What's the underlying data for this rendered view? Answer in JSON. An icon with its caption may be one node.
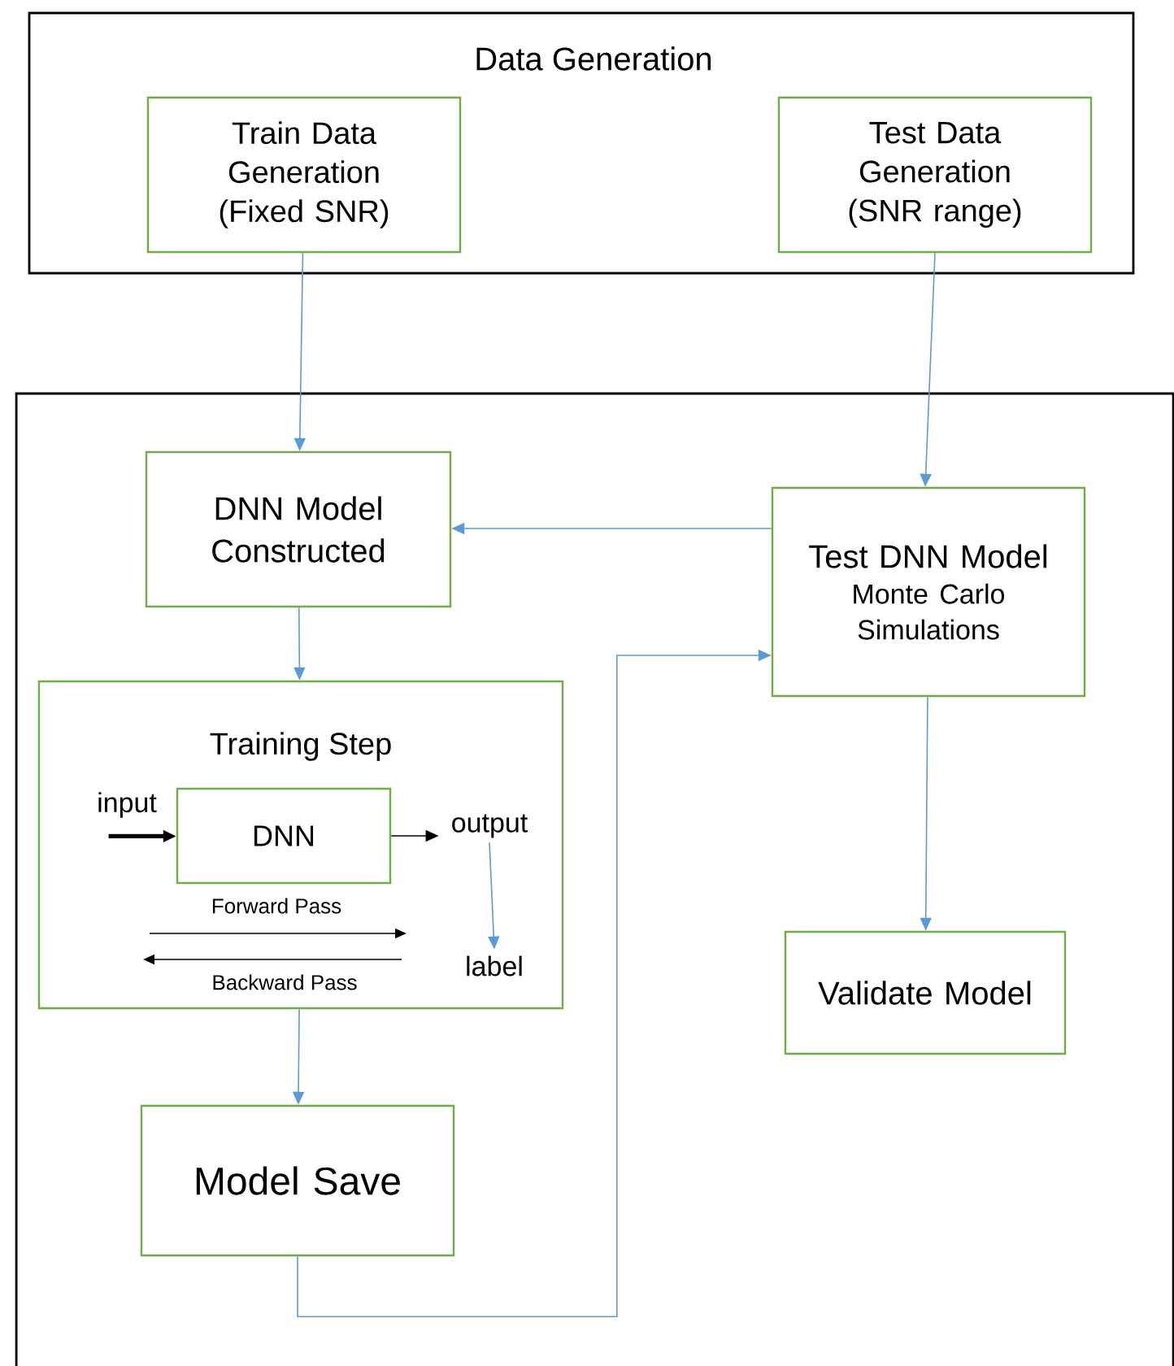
{
  "diagram": {
    "nodes": [
      {
        "text": [
          "Data Generation"
        ]
      },
      {
        "text": [
          "Train Data Generation (Fixed SNR)"
        ],
        "in": 0
      },
      {
        "text": [
          "Test Data Generation (SNR range)"
        ],
        "in": 0
      },
      {
        "text": [],
        "shape": "box"
      },
      {
        "text": [
          "DNN Model Constructed"
        ],
        "in": 3
      },
      {
        "text": [
          "Test DNN Model",
          "Monte Carlo Simulations"
        ],
        "in": 3
      },
      {
        "text": [
          "Training Step"
        ],
        "in": 3
      },
      {
        "text": [
          "DNN"
        ],
        "in": 6
      },
      {
        "text": [
          "input"
        ],
        "in": 6
      },
      {
        "text": [
          "output"
        ],
        "in": 6
      },
      {
        "text": [
          "label"
        ],
        "in": 6
      },
      {
        "text": [
          "Validate Model"
        ],
        "in": 3
      },
      {
        "text": [
          "Model Save"
        ],
        "in": 3
      }
    ],
    "edges": [
      {
        "from": 1,
        "to": 4,
        "arrow": "to"
      },
      {
        "from": 2,
        "to": 5,
        "arrow": "to"
      },
      {
        "from": 5,
        "to": 4,
        "arrow": "to"
      },
      {
        "from": 4,
        "to": 6,
        "arrow": "to"
      },
      {
        "from": 8,
        "to": 7,
        "arrow": "to",
        "style": "thick",
        "color": "#000000"
      },
      {
        "from": 7,
        "to": 9,
        "arrow": "to",
        "color": "#000000"
      },
      {
        "from": 9,
        "to": 10,
        "arrow": "to"
      },
      {
        "from": 6,
        "to": 12,
        "arrow": "to"
      },
      {
        "from": 12,
        "to": 5,
        "arrow": "to"
      },
      {
        "from": 5,
        "to": 11,
        "arrow": "to"
      }
    ],
    "labels": [
      "Forward Pass",
      "Backward Pass"
    ]
  }
}
